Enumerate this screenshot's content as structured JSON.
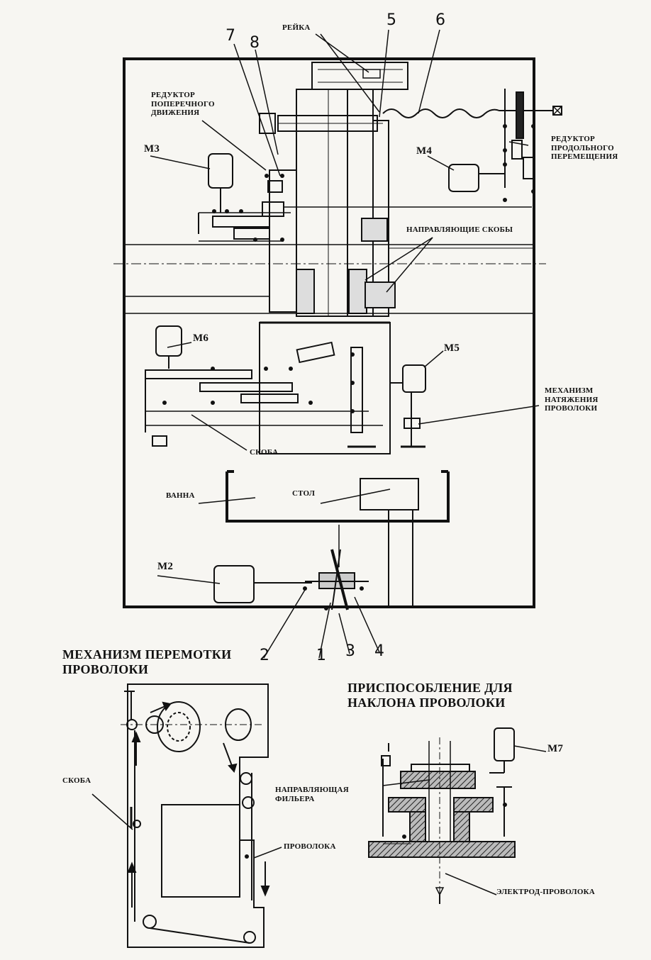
{
  "labels": {
    "reika": "РЕЙКА",
    "reduktor_poperechnogo": "РЕДУКТОР ПОПЕРЕЧНОГО ДВИЖЕНИЯ",
    "reduktor_prodolnogo": "РЕДУКТОР ПРОДОЛЬНОГО ПЕРЕМЕЩЕНИЯ",
    "napravlyayushchie_skoby": "НАПРАВЛЯЮЩИЕ СКОБЫ",
    "mekhanizm_natyazheniya": "МЕХАНИЗМ НАТЯЖЕНИЯ ПРОВОЛОКИ",
    "skoba_main": "СКОБА",
    "vanna": "ВАННА",
    "stol": "СТОЛ",
    "skoba_rewind": "СКОБА",
    "provoloka": "ПРОВОЛОКА",
    "napravlyayushchaya_filera": "НАПРАВЛЯЮЩАЯ ФИЛЬЕРА",
    "elektrod_provoloka": "ЭЛЕКТРОД-ПРОВОЛОКА"
  },
  "motors": {
    "m2": "М2",
    "m3": "М3",
    "m4": "М4",
    "m5": "М5",
    "m6": "М6",
    "m7": "М7"
  },
  "numbers": {
    "n1": "1",
    "n2": "2",
    "n3": "3",
    "n4": "4",
    "n5": "5",
    "n6": "6",
    "n7": "7",
    "n8": "8"
  },
  "titles": {
    "rewind": "МЕХАНИЗМ ПЕРЕМОТКИ ПРОВОЛОКИ",
    "tilt": "ПРИСПОСОБЛЕНИЕ ДЛЯ НАКЛОНА ПРОВОЛОКИ"
  }
}
